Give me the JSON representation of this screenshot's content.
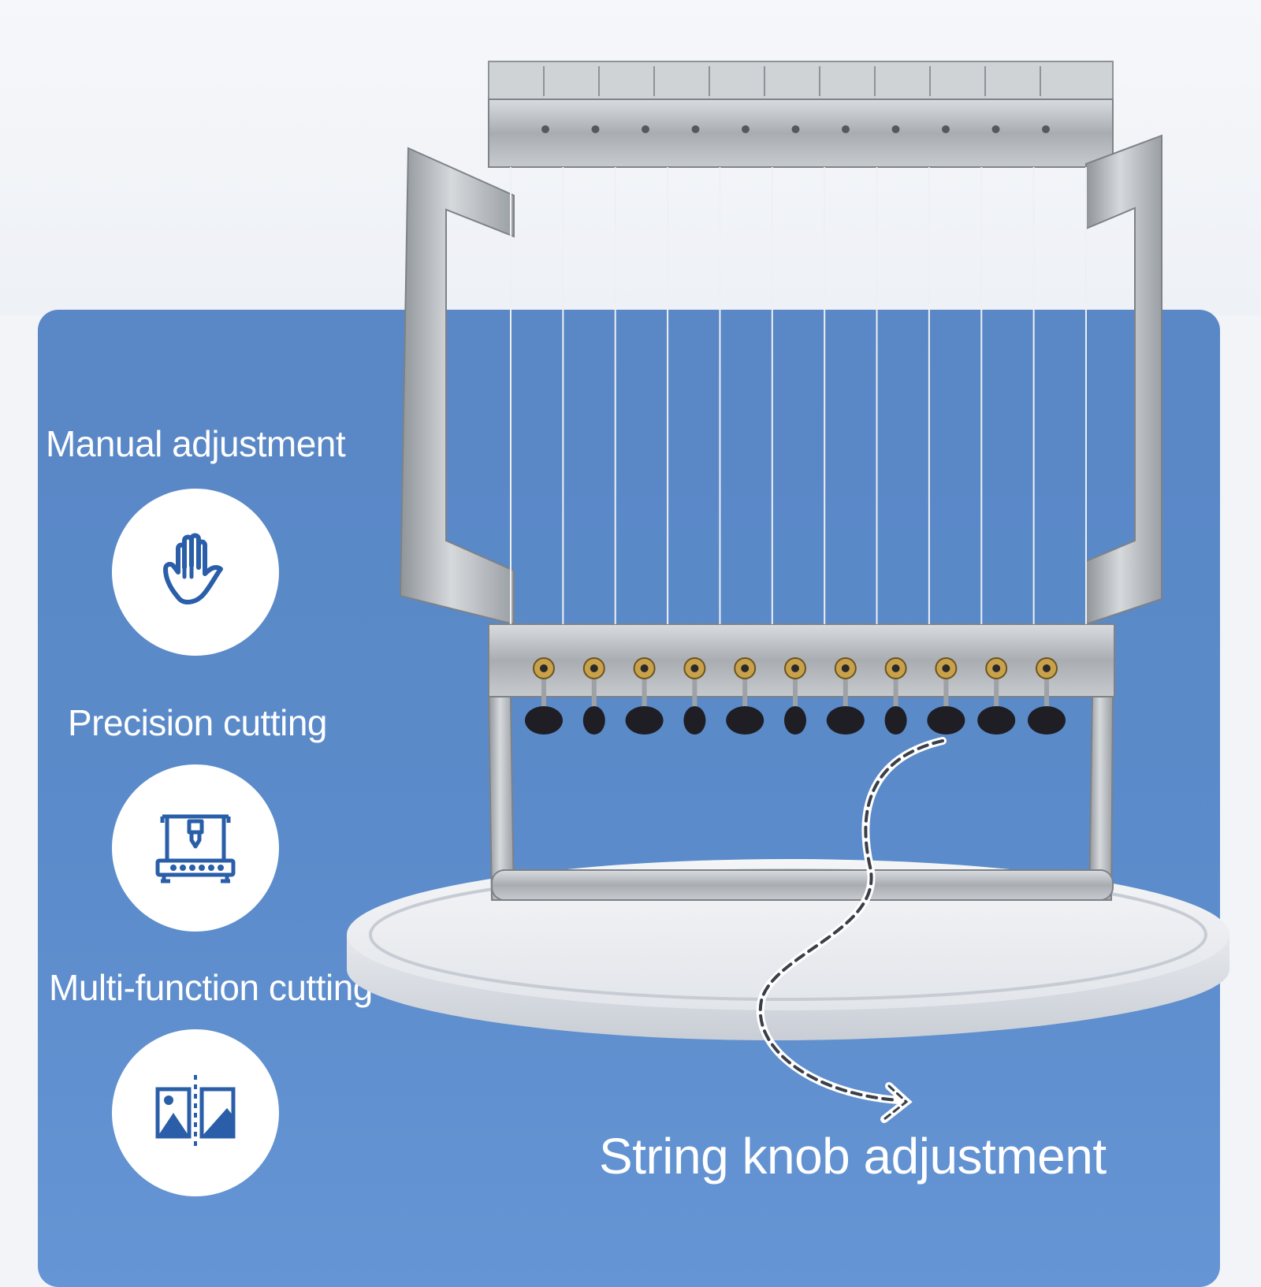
{
  "features": [
    {
      "label": "Manual adjustment",
      "icon": "hand-icon"
    },
    {
      "label": "Precision cutting",
      "icon": "cnc-machine-icon"
    },
    {
      "label": "Multi-function cutting",
      "icon": "split-image-icon"
    }
  ],
  "callout": {
    "label": "String knob adjustment",
    "icon": "dashed-arrow"
  },
  "colors": {
    "panel_blue": "#5b8bca",
    "icon_blue": "#2a5ea8",
    "steel": "#b9bcc0",
    "knob": "#1e1e24"
  },
  "product": {
    "string_count": 12,
    "knob_count": 11
  }
}
